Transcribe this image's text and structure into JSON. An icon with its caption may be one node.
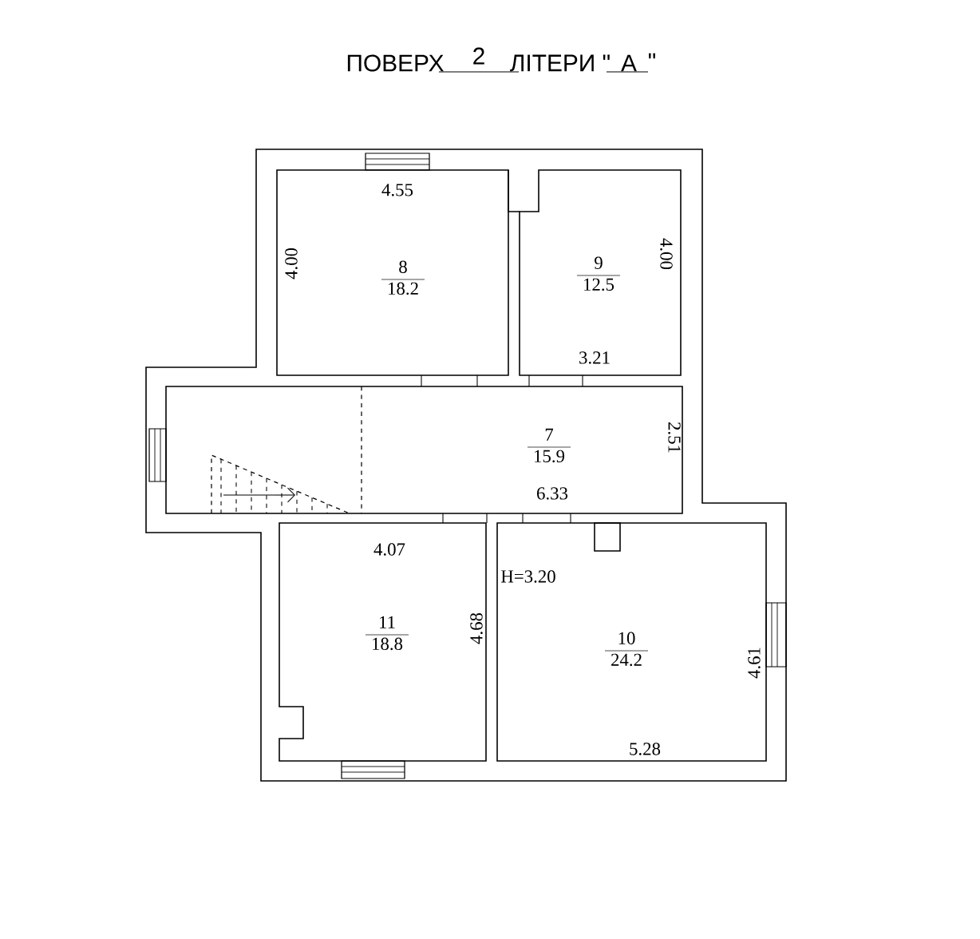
{
  "diagram": {
    "title": "ПОВЕРХ",
    "nodes": [
      {
        "text": [
          "8",
          "18.2"
        ]
      },
      {
        "text": [
          "9",
          "12.5"
        ]
      },
      {
        "text": [
          "7",
          "15.9"
        ]
      },
      {
        "text": [
          "11",
          "18.8"
        ]
      },
      {
        "text": [
          "10",
          "24.2"
        ]
      }
    ],
    "labels": [
      "2",
      "ЛІТЕРИ \"",
      "А",
      "\"",
      "4.55",
      "4.00",
      "4.00",
      "3.21",
      "2.51",
      "6.33",
      "4.07",
      "H=3.20",
      "4.68",
      "4.61",
      "5.28"
    ]
  }
}
